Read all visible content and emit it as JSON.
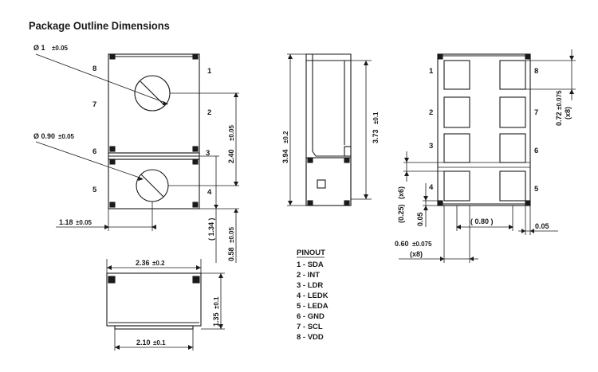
{
  "title": "Package Outline Dimensions",
  "top_view": {
    "dim_hole1_label": "Ø 1",
    "dim_hole1_tol": "±0.05",
    "dim_hole2_label": "Ø 0.90",
    "dim_hole2_tol": "±0.05",
    "dim_center_x": "1.18",
    "dim_center_x_tol": "±0.05",
    "dim_pitch": "2.40",
    "dim_pitch_tol": "±0.05",
    "dim_lower": "( 1.34 )",
    "dim_bottom": "0.58",
    "dim_bottom_tol": "±0.05",
    "pins_left": [
      "8",
      "7",
      "6",
      "5"
    ],
    "pins_right": [
      "1",
      "2",
      "3",
      "4"
    ]
  },
  "side_view": {
    "dim_total_height": "3.94",
    "dim_total_height_tol": "±0.2",
    "dim_body_height": "3.73",
    "dim_body_height_tol": "±0.1"
  },
  "front_view": {
    "dim_width": "2.36",
    "dim_width_tol": "±0.2",
    "dim_base": "2.10",
    "dim_base_tol": "±0.1",
    "dim_height": "1.35",
    "dim_height_tol": "±0.1"
  },
  "bottom_view": {
    "pins_left": [
      "1",
      "2",
      "3",
      "4"
    ],
    "pins_right": [
      "8",
      "7",
      "6",
      "5"
    ],
    "dim_pad_h": "0.72",
    "dim_pad_h_tol": "±0.075",
    "dim_pad_h_mult": "(x8)",
    "dim_edge_pad": "(0.25)",
    "dim_edge_pad_mult": "(x6)",
    "dim_small_gap": "0.05",
    "dim_pad_pitch": "( 0.80 )",
    "dim_right_gap": "0.05",
    "dim_pad_w": "0.60",
    "dim_pad_w_tol": "±0.075",
    "dim_pad_w_mult": "(x8)"
  },
  "pinout": {
    "heading": "PINOUT",
    "items": [
      "1 - SDA",
      "2 - INT",
      "3 - LDR",
      "4 - LEDK",
      "5 - LEDA",
      "6 - GND",
      "7 - SCL",
      "8 - VDD"
    ]
  }
}
